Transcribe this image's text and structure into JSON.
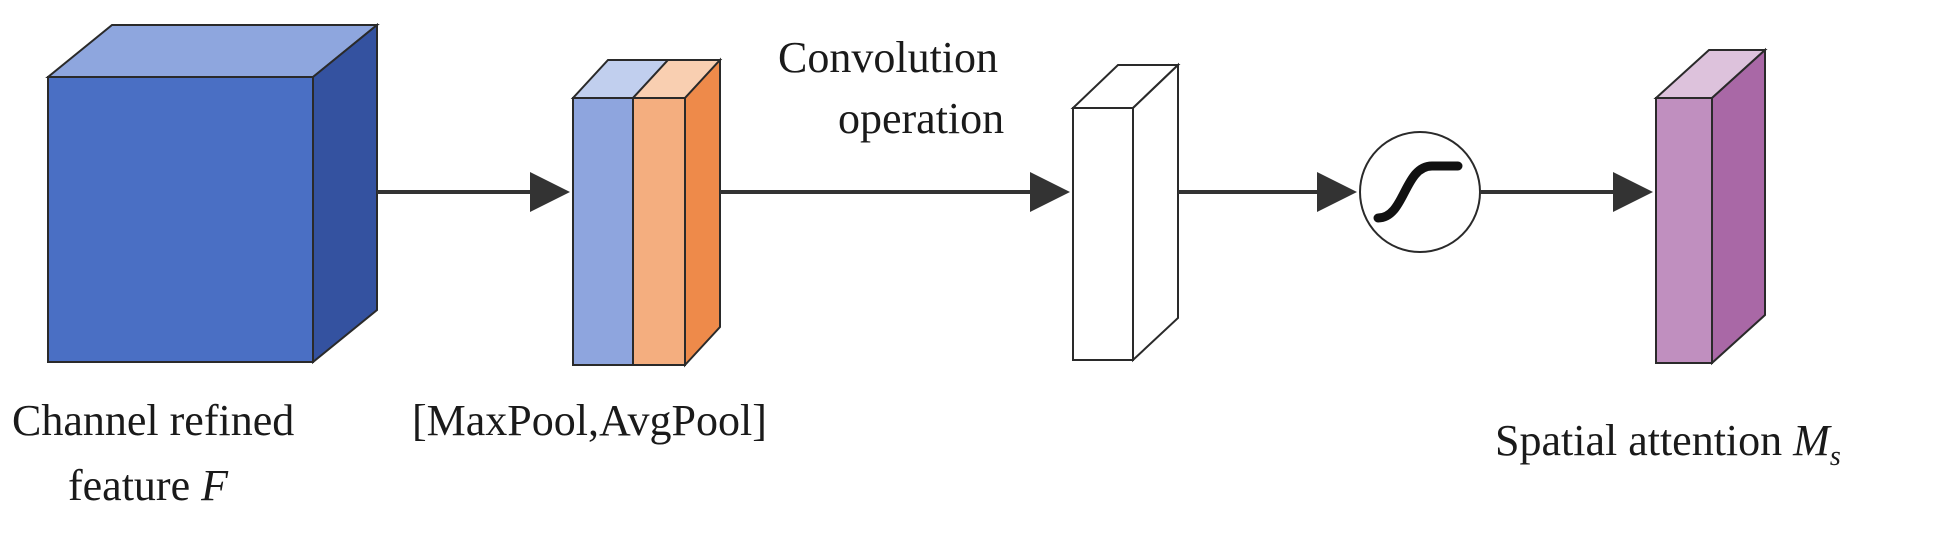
{
  "labels": {
    "input_line1": "Channel refined",
    "input_line2_prefix": "feature ",
    "input_symbol": "F",
    "pool": "[MaxPool,AvgPool]",
    "conv_line1": "Convolution",
    "conv_line2": "operation",
    "output_prefix": "Spatial attention ",
    "output_symbol": "M",
    "output_subscript": "s"
  },
  "colors": {
    "input_front": "#4a6fc4",
    "input_top": "#8ea6de",
    "input_side": "#3452a0",
    "maxpool_front": "#8ea5de",
    "maxpool_top": "#c1cfee",
    "avgpool_front": "#f4ae7f",
    "avgpool_top": "#f9cfb1",
    "avgpool_side": "#ee8a4a",
    "conv_front": "#ffffff",
    "output_front": "#c08fbf",
    "output_top": "#ddc2dc",
    "output_side": "#a968a6",
    "stroke": "#2a2a2a",
    "arrow": "#333333"
  },
  "icons": {
    "sigmoid": "sigmoid-icon"
  }
}
